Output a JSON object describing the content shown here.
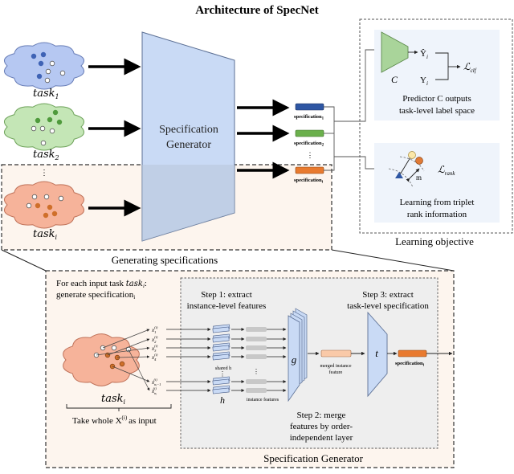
{
  "title": "Architecture of SpecNet",
  "tasks": [
    {
      "label": "task",
      "sub": "1",
      "color": "#b6c8f2",
      "stroke": "#6a7fb8",
      "dot": "#3f63b5"
    },
    {
      "label": "task",
      "sub": "2",
      "color": "#c4e6b6",
      "stroke": "#6fa35b",
      "dot": "#4f9a3c"
    },
    {
      "label": "task",
      "sub": "i",
      "color": "#f6b39a",
      "stroke": "#c0735a",
      "dot": "#cf6f2a"
    }
  ],
  "generator": {
    "line1": "Specification",
    "line2": "Generator"
  },
  "specs": [
    {
      "label": "specification",
      "sub": "1",
      "color": "#2e56a3"
    },
    {
      "label": "specification",
      "sub": "2",
      "color": "#6bb04c"
    },
    {
      "label": "specification",
      "sub": "i",
      "color": "#e87a2f"
    }
  ],
  "predictor": {
    "c_label": "C",
    "yhat": "Ŷ",
    "y": "Y",
    "sub": "i",
    "loss": "ℒ",
    "loss_sub": "clf",
    "caption_line1": "Predictor C outputs",
    "caption_line2": "task-level label space"
  },
  "rank": {
    "loss": "ℒ",
    "loss_sub": "rank",
    "margin": "m",
    "caption_line1": "Learning from triplet",
    "caption_line2": "rank information"
  },
  "learning_objective_label": "Learning objective",
  "generating_label": "Generating specifications",
  "detail": {
    "intro_line1": "For each input task",
    "intro_sub": "i",
    "intro_line2": "generate specification",
    "intro_line2_sub": "i",
    "task_label": "task",
    "task_sub": "i",
    "take_whole": "Take whole X",
    "take_whole_sup": "(i)",
    "take_whole_end": "as input",
    "instances": [
      "x1",
      "x2",
      "x3",
      "x4",
      "xn-1",
      "xn"
    ],
    "step1_line1": "Step 1: extract",
    "step1_line2": "instance-level features",
    "shared_h": "shared h",
    "h_label": "h",
    "instance_features": "instance features",
    "g_label": "g",
    "merged_line1": "merged instance",
    "merged_line2": "feature",
    "t_label": "t",
    "spec_out": "specification",
    "spec_out_sub": "i",
    "step2_line1": "Step 2: merge",
    "step2_line2": "features by order-",
    "step2_line3": "independent layer",
    "step3_line1": "Step 3: extract",
    "step3_line2": "task-level specification",
    "footer": "Specification Generator"
  },
  "colors": {
    "generator_fill": "#c9daf5",
    "generator_stroke": "#5b6f94",
    "peach_bg": "#fdf5ee",
    "panel_bg": "#eff4fb",
    "gray_box": "#eeeeee",
    "predictor_fill": "#a9d49a"
  }
}
